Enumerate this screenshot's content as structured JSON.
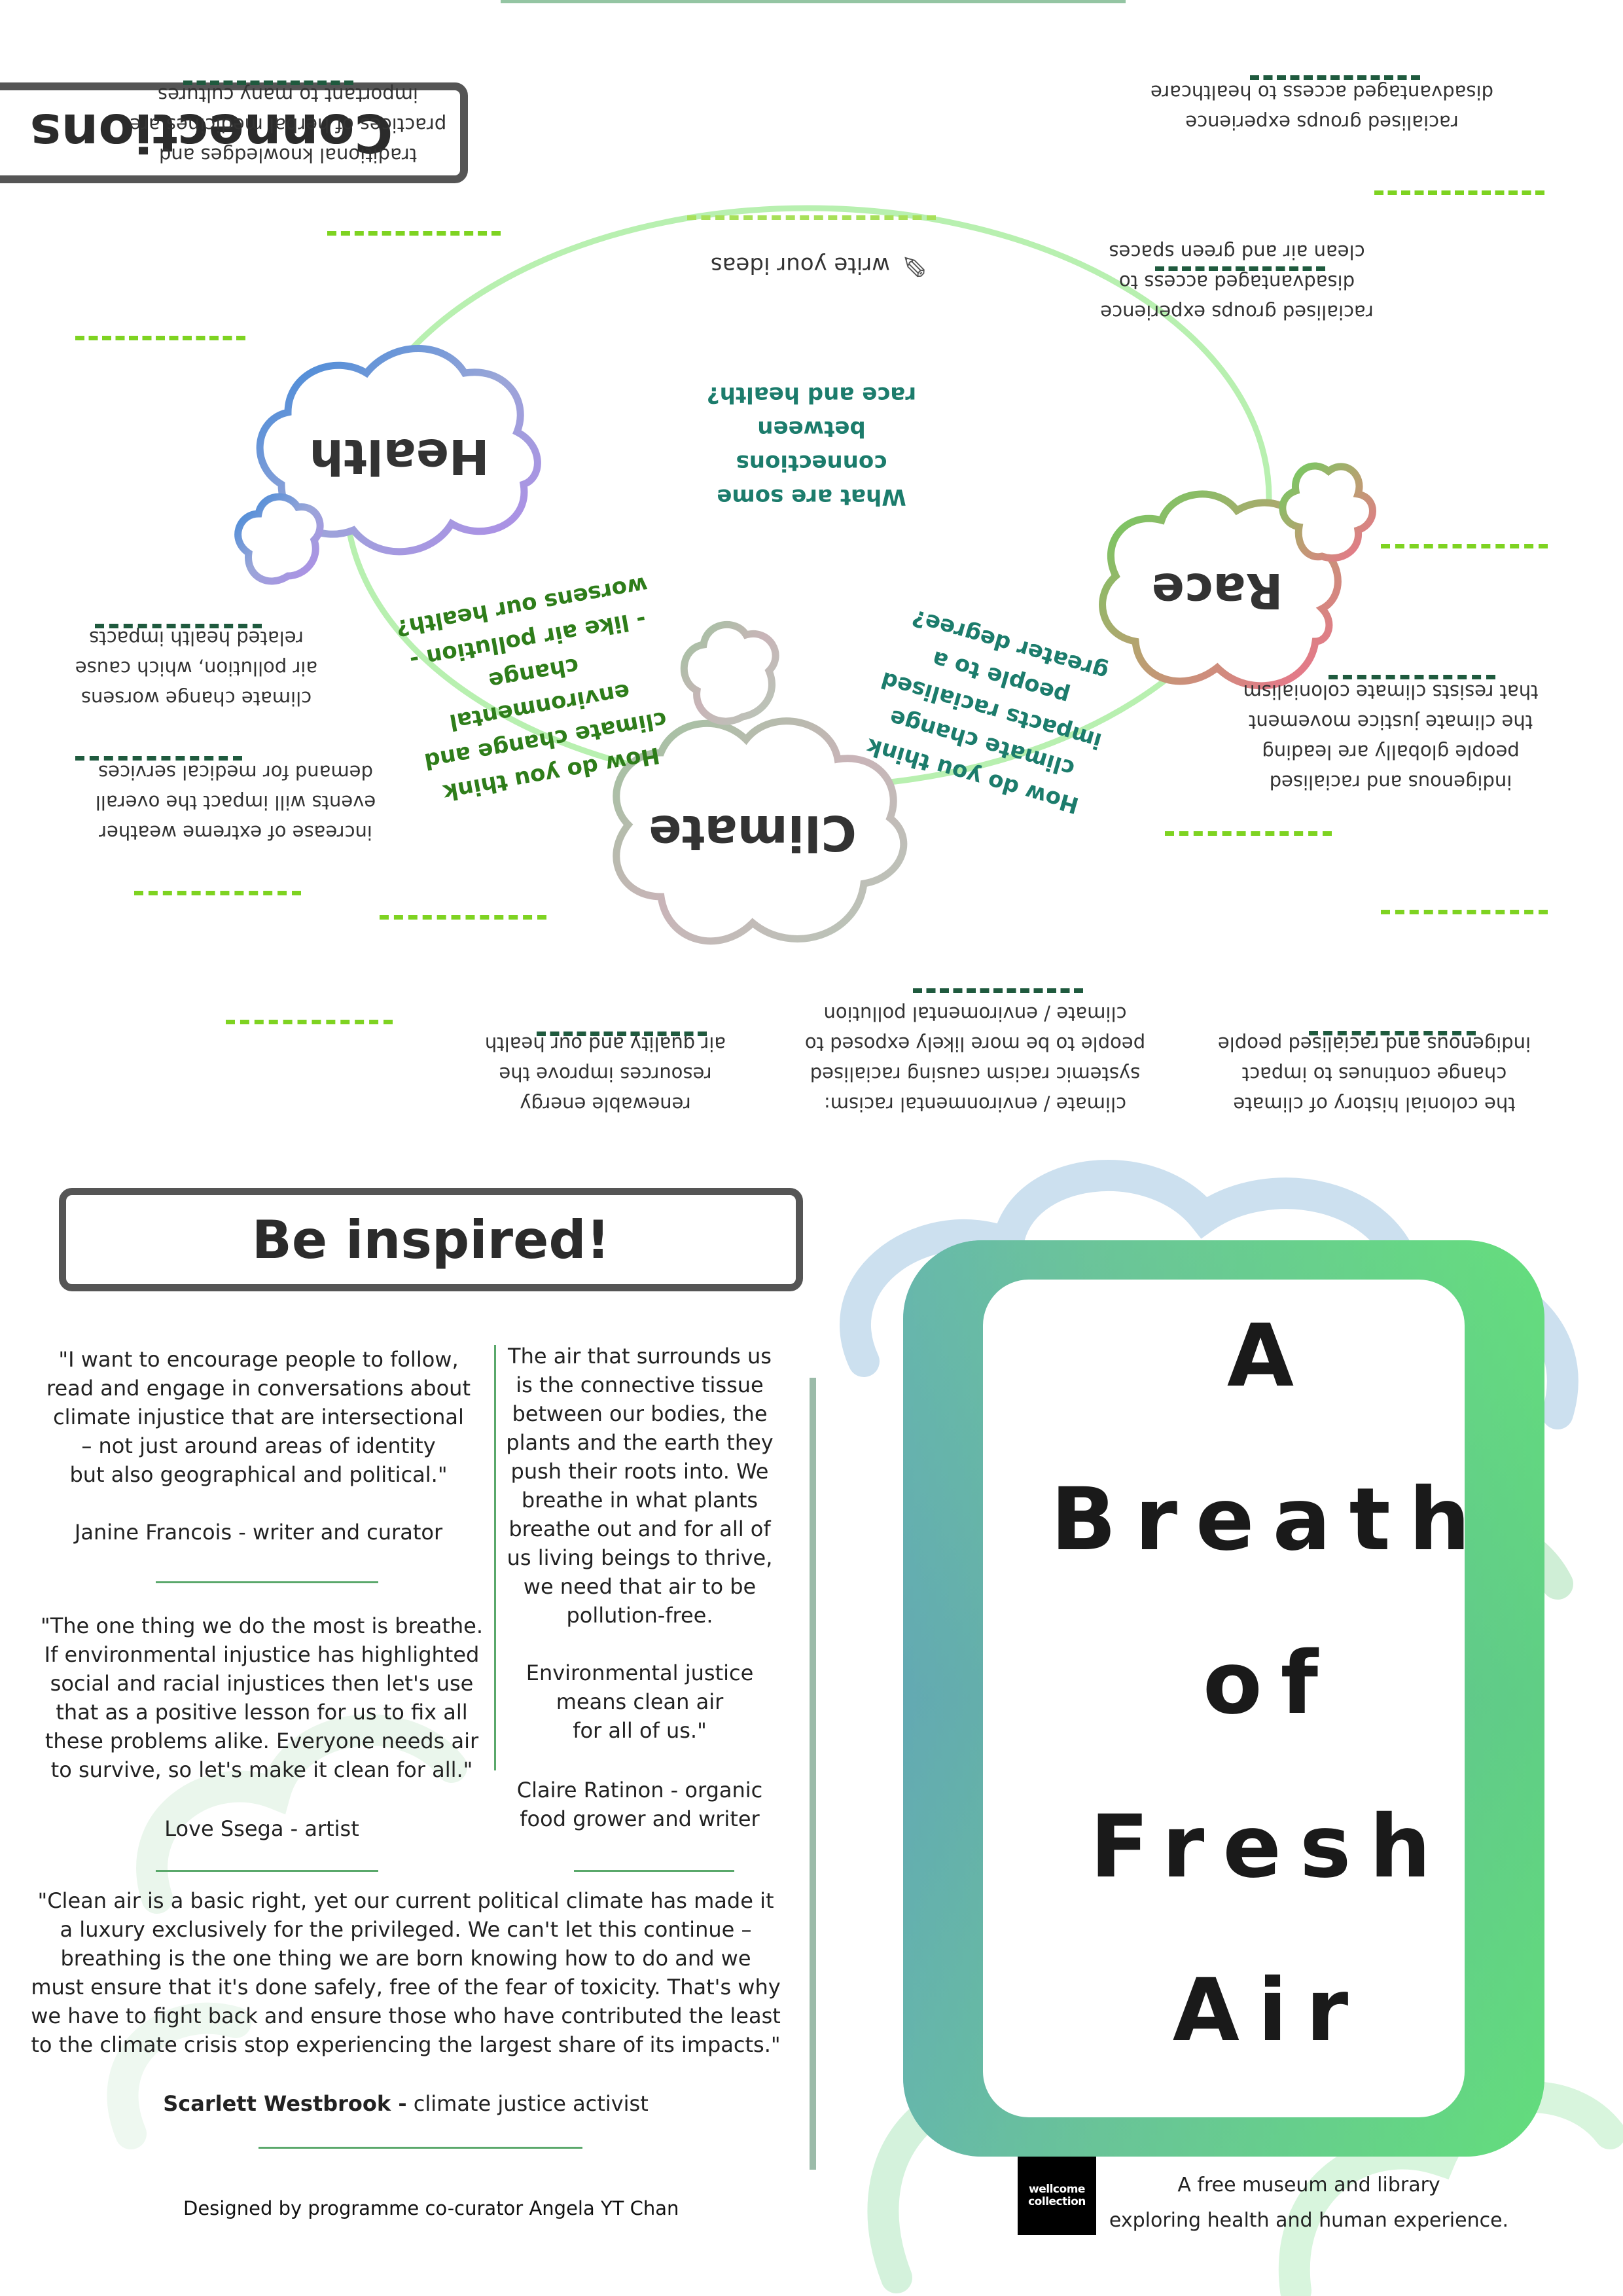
{
  "connections": {
    "title": "Connections",
    "prompt": "write your ideas",
    "pencil_icon": "pencil-icon",
    "clouds": {
      "health": "Health",
      "race": "Race",
      "climate": "Climate"
    },
    "questions": {
      "race_health": [
        "What are some",
        "connections between",
        "race and health?"
      ],
      "climate_health": [
        "How do you think",
        "climate change and",
        "environmental change",
        "- like air pollution -",
        "worsens our health?"
      ],
      "climate_race": [
        "How do you think",
        "climate change",
        "impacts racialised",
        "people to a",
        "greater degree?"
      ]
    },
    "notes": {
      "herbal": [
        "traditional knowledges and",
        "practices of herbal medicines are",
        "important to many cultures"
      ],
      "healthcare": [
        "racialised groups experience",
        "disadvantaged access to healthcare"
      ],
      "clean_air": [
        "racialised groups experience",
        "disadvantaged access to",
        "clean air and green spaces"
      ],
      "air_pollution": [
        "climate change worsens",
        "air pollution, which cause",
        "related health impacts"
      ],
      "extreme_weather": [
        "increase of extreme weather",
        "events will impact the overall",
        "demand for medical services"
      ],
      "indigenous_leading": [
        "indigenous and racialised",
        "people globally are leading",
        "the climate justice movement",
        "that resists climate colonialism"
      ],
      "renewable": [
        "renewable energy",
        "resources improve the",
        "air quality and our health"
      ],
      "systemic": [
        "climate / environmental racism:",
        "systemic racism causing racialised",
        "people to be more likely exposed to",
        "climate / enviromental pollution"
      ],
      "colonial": [
        "the colonial history of climate",
        "change continues to impact",
        "indigenous and racialised people"
      ]
    }
  },
  "inspired": {
    "title": "Be inspired!",
    "quote1": {
      "lines": [
        "\"I want to encourage people to follow,",
        "read and engage in conversations about",
        "climate injustice that are intersectional",
        "– not just around areas of identity",
        "but also geographical and political.\""
      ],
      "author": "Janine Francois - writer and curator"
    },
    "quote2": {
      "lines": [
        "The air that surrounds us",
        "is the connective tissue",
        "between our bodies, the",
        "plants and the earth they",
        "push their roots into. We",
        "breathe in what plants",
        "breathe out and for all of",
        "us living beings to thrive,",
        "we need that air to be",
        "pollution-free.",
        "",
        "Environmental justice",
        "means clean air",
        "for all of us.\""
      ],
      "author": [
        "Claire Ratinon - organic",
        "food grower and writer"
      ]
    },
    "quote3": {
      "lines": [
        "\"The one thing we do the most is breathe.",
        "If environmental injustice has highlighted",
        "social and racial injustices then let's use",
        "that as a positive lesson for us to fix all",
        "these problems alike. Everyone needs air",
        "to survive, so let's make it clean for all.\""
      ],
      "author": "Love Ssega - artist"
    },
    "quote4": {
      "lines": [
        "\"Clean air is a basic right, yet our current political climate has made it",
        "a luxury exclusively for the privileged. We can't let this continue –",
        "breathing is the one thing we are born knowing how to do and we",
        "must ensure that it's done safely, free of the fear of toxicity. That's why",
        "we have to fight back and ensure those who have contributed the least",
        "to the climate crisis stop experiencing the largest share of its impacts.\""
      ],
      "author_bold": "Scarlett Westbrook -",
      "author_rest": " climate justice activist"
    },
    "credit": "Designed by programme co-curator Angela YT Chan"
  },
  "poster": {
    "words": [
      "A",
      "Breath",
      "of",
      "Fresh",
      "Air"
    ]
  },
  "footer": {
    "logo_line1": "wellcome",
    "logo_line2": "collection",
    "tagline1": "A free museum and library",
    "tagline2": "exploring health and human experience."
  }
}
